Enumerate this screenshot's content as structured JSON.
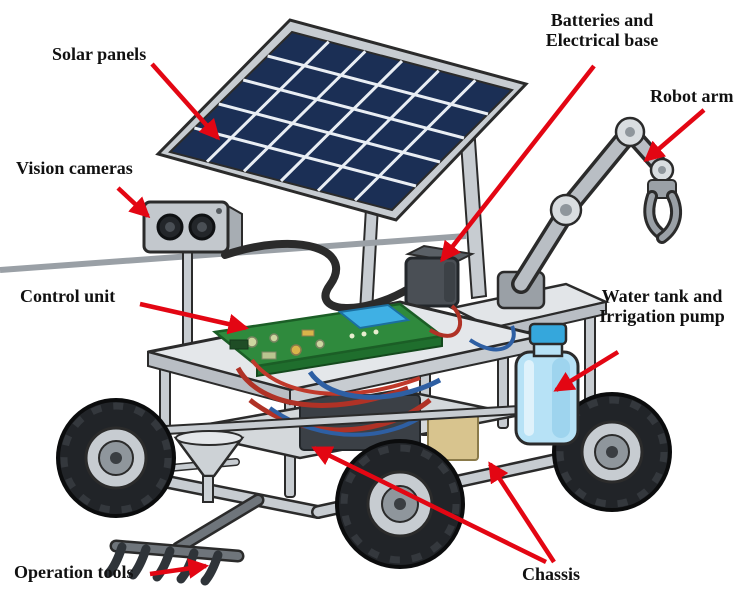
{
  "figure": {
    "type": "labeled-diagram"
  },
  "labels": {
    "solar_panels": "Solar panels",
    "batteries": "Batteries and Electrical base",
    "robot_arm": "Robot arm",
    "vision_cameras": "Vision cameras",
    "control_unit": "Control unit",
    "water_tank": "Water tank and Irrigation pump",
    "operation_tools": "Operation tools",
    "chassis": "Chassis"
  },
  "colors": {
    "background": "#ffffff",
    "arrow": "#e30613",
    "label_text": "#111111",
    "solar_panel": "#1b2f55",
    "panel_grid": "#e9eef4",
    "pcb_green": "#2f8a3d",
    "chip_blue": "#3fb0e4",
    "battery_gray": "#4a4f55",
    "water_tank_blue": "#b7e2f6",
    "tank_cap_blue": "#35a7dc",
    "tire_black": "#212428",
    "metal_light": "#c7ccd1"
  }
}
